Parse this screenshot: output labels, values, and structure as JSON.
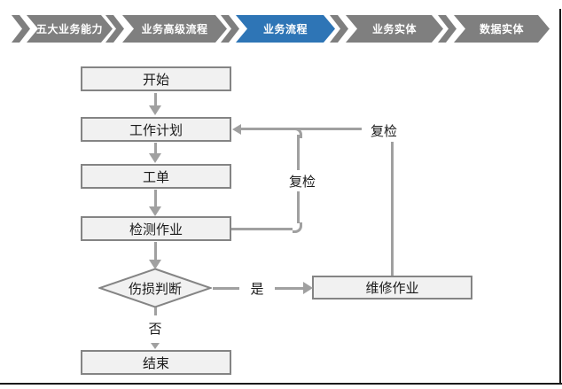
{
  "nav": {
    "items": [
      {
        "label": "五大业务能力",
        "active": false
      },
      {
        "label": "业务高级流程",
        "active": false
      },
      {
        "label": "业务流程",
        "active": true
      },
      {
        "label": "业务实体",
        "active": false
      },
      {
        "label": "数据实体",
        "active": false
      }
    ],
    "colors": {
      "inactive": "#7f7f7f",
      "active": "#2e75b6",
      "text": "#ffffff"
    }
  },
  "flowchart": {
    "nodes": [
      {
        "id": "start",
        "label": "开始",
        "type": "process"
      },
      {
        "id": "plan",
        "label": "工作计划",
        "type": "process"
      },
      {
        "id": "order",
        "label": "工单",
        "type": "process"
      },
      {
        "id": "inspect",
        "label": "检测作业",
        "type": "process"
      },
      {
        "id": "decision",
        "label": "伤损判断",
        "type": "decision"
      },
      {
        "id": "repair",
        "label": "维修作业",
        "type": "process"
      },
      {
        "id": "end",
        "label": "结束",
        "type": "process"
      }
    ],
    "edge_labels": {
      "yes": "是",
      "no": "否",
      "recheck_inner": "复检",
      "recheck_outer": "复检"
    },
    "colors": {
      "node_fill": "#f1f1f1",
      "node_border": "#848484",
      "line": "#a0a0a0",
      "text": "#1a1a1a"
    }
  }
}
